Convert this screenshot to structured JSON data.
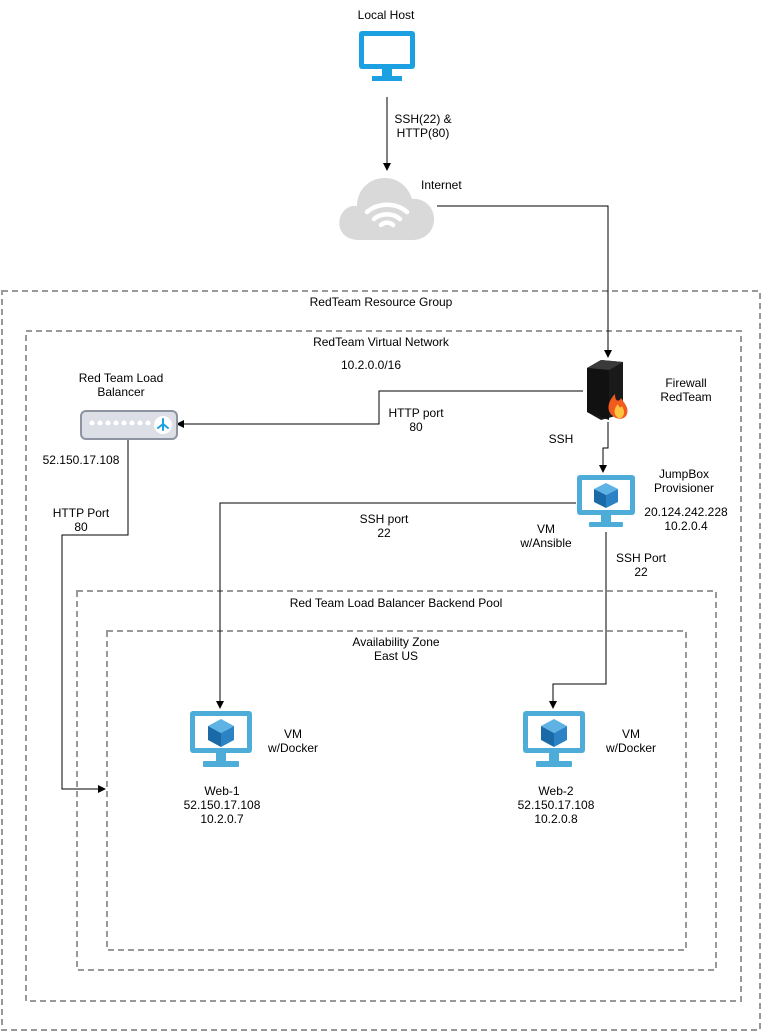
{
  "colors": {
    "monitor": "#1BA1E2",
    "vm_monitor": "#4DACD8",
    "cube": "#1B6AA8",
    "cloud": "#D9D9D9",
    "lb_body": "#DCDFE6",
    "dash": "#999999"
  },
  "nodes": {
    "local_host": "Local Host",
    "internet": "Internet",
    "firewall": "Firewall\nRedTeam",
    "load_balancer": "Red Team Load\nBalancer",
    "lb_ip": "52.150.17.108",
    "jumpbox": "JumpBox\nProvisioner",
    "jumpbox_ips": "20.124.242.228\n10.2.0.4",
    "jumpbox_vm": "VM\nw/Ansible",
    "web1_vm": "VM\nw/Docker",
    "web1": "Web-1\n52.150.17.108\n10.2.0.7",
    "web2_vm": "VM\nw/Docker",
    "web2": "Web-2\n52.150.17.108\n10.2.0.8"
  },
  "groups": {
    "resource_group": "RedTeam Resource Group",
    "virtual_network": "RedTeam Virtual Network",
    "vnet_cidr": "10.2.0.0/16",
    "backend_pool": "Red Team Load Balancer Backend Pool",
    "availability_zone": "Availability Zone\nEast US"
  },
  "edges": {
    "local_to_internet": "SSH(22) &\nHTTP(80)",
    "fw_to_lb": "HTTP port\n80",
    "fw_to_jumpbox": "SSH",
    "lb_to_pool": "HTTP Port\n80",
    "jb_to_web1": "SSH port\n22",
    "jb_to_web2": "SSH Port\n22"
  }
}
